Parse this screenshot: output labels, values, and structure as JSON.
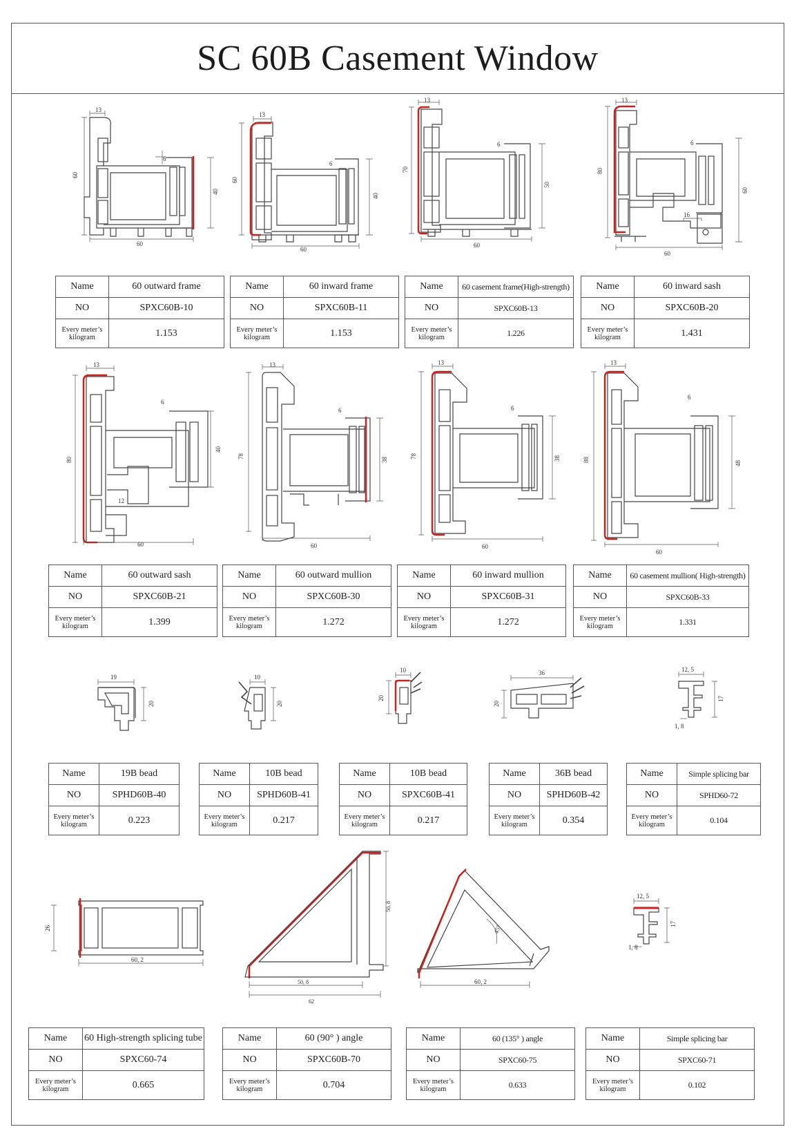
{
  "title": "SC 60B Casement Window",
  "labels": {
    "name": "Name",
    "no": "NO",
    "weight_line1": "Every meter’s",
    "weight_line2": "kilogram"
  },
  "products": [
    {
      "name": "60 outward frame",
      "no": "SPXC60B-10",
      "kg": "1.153",
      "dims": [
        "13",
        "6",
        "60",
        "40",
        "60"
      ]
    },
    {
      "name": "60 inward frame",
      "no": "SPXC60B-11",
      "kg": "1.153",
      "dims": [
        "13",
        "6",
        "60",
        "40",
        "60"
      ]
    },
    {
      "name": "60 casement frame(High-strength)",
      "no": "SPXC60B-13",
      "kg": "1.226",
      "dims": [
        "13",
        "6",
        "70",
        "50",
        "60"
      ]
    },
    {
      "name": "60 inward sash",
      "no": "SPXC60B-20",
      "kg": "1.431",
      "dims": [
        "13",
        "6",
        "80",
        "60",
        "16",
        "60"
      ]
    },
    {
      "name": "60 outward sash",
      "no": "SPXC60B-21",
      "kg": "1.399",
      "dims": [
        "13",
        "6",
        "80",
        "40",
        "12",
        "60"
      ]
    },
    {
      "name": "60 outward mullion",
      "no": "SPXC60B-30",
      "kg": "1.272",
      "dims": [
        "13",
        "6",
        "78",
        "38",
        "60"
      ]
    },
    {
      "name": "60 inward mullion",
      "no": "SPXC60B-31",
      "kg": "1.272",
      "dims": [
        "13",
        "6",
        "78",
        "38",
        "60"
      ]
    },
    {
      "name": "60 casement mullion( High-strength)",
      "no": "SPXC60B-33",
      "kg": "1.331",
      "dims": [
        "13",
        "6",
        "88",
        "48",
        "60"
      ]
    },
    {
      "name": "19B bead",
      "no": "SPHD60B-40",
      "kg": "0.223",
      "dims": [
        "19",
        "20"
      ]
    },
    {
      "name": "10B bead",
      "no": "SPHD60B-41",
      "kg": "0.217",
      "dims": [
        "10",
        "20"
      ]
    },
    {
      "name": "10B bead",
      "no": "SPXC60B-41",
      "kg": "0.217",
      "dims": [
        "10",
        "20"
      ]
    },
    {
      "name": "36B bead",
      "no": "SPHD60B-42",
      "kg": "0.354",
      "dims": [
        "36",
        "20"
      ]
    },
    {
      "name": "Simple splicing bar",
      "no": "SPHD60-72",
      "kg": "0.104",
      "dims": [
        "12, 5",
        "17",
        "1, 8"
      ]
    },
    {
      "name": "60 High-strength splicing tube",
      "no": "SPXC60-74",
      "kg": "0.665",
      "dims": [
        "26",
        "60, 2"
      ]
    },
    {
      "name": "60 (90° ) angle",
      "no": "SPXC60B-70",
      "kg": "0.704",
      "dims": [
        "50, 8",
        "50, 8",
        "62"
      ]
    },
    {
      "name": "60 (135° ) angle",
      "no": "SPXC60-75",
      "kg": "0.633",
      "dims": [
        "45°",
        "60, 2"
      ]
    },
    {
      "name": "Simple splicing bar",
      "no": "SPXC60-71",
      "kg": "0.102",
      "dims": [
        "12, 5",
        "17",
        "1, 8"
      ]
    }
  ]
}
